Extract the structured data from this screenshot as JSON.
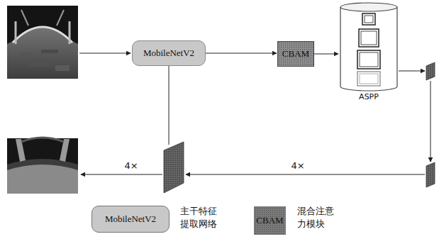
{
  "diagram": {
    "nodes": [
      {
        "text": [
          "MobileNetV2"
        ]
      },
      {
        "text": [
          "CBAM"
        ]
      },
      {
        "text": [
          "ASPP"
        ]
      }
    ],
    "edges": [
      {
        "from": 0,
        "to": 1,
        "arrow": "to"
      },
      {
        "from": 1,
        "to": 2,
        "arrow": "to"
      }
    ],
    "labels": [
      "4×",
      "4×",
      "MobileNetV2",
      "CBAM"
    ],
    "legend": [
      {
        "text": "主干特征 提取网络",
        "color": "#c8c8c8"
      },
      {
        "text": "混合注意 力模块",
        "color": "#7a7a7a"
      }
    ]
  }
}
